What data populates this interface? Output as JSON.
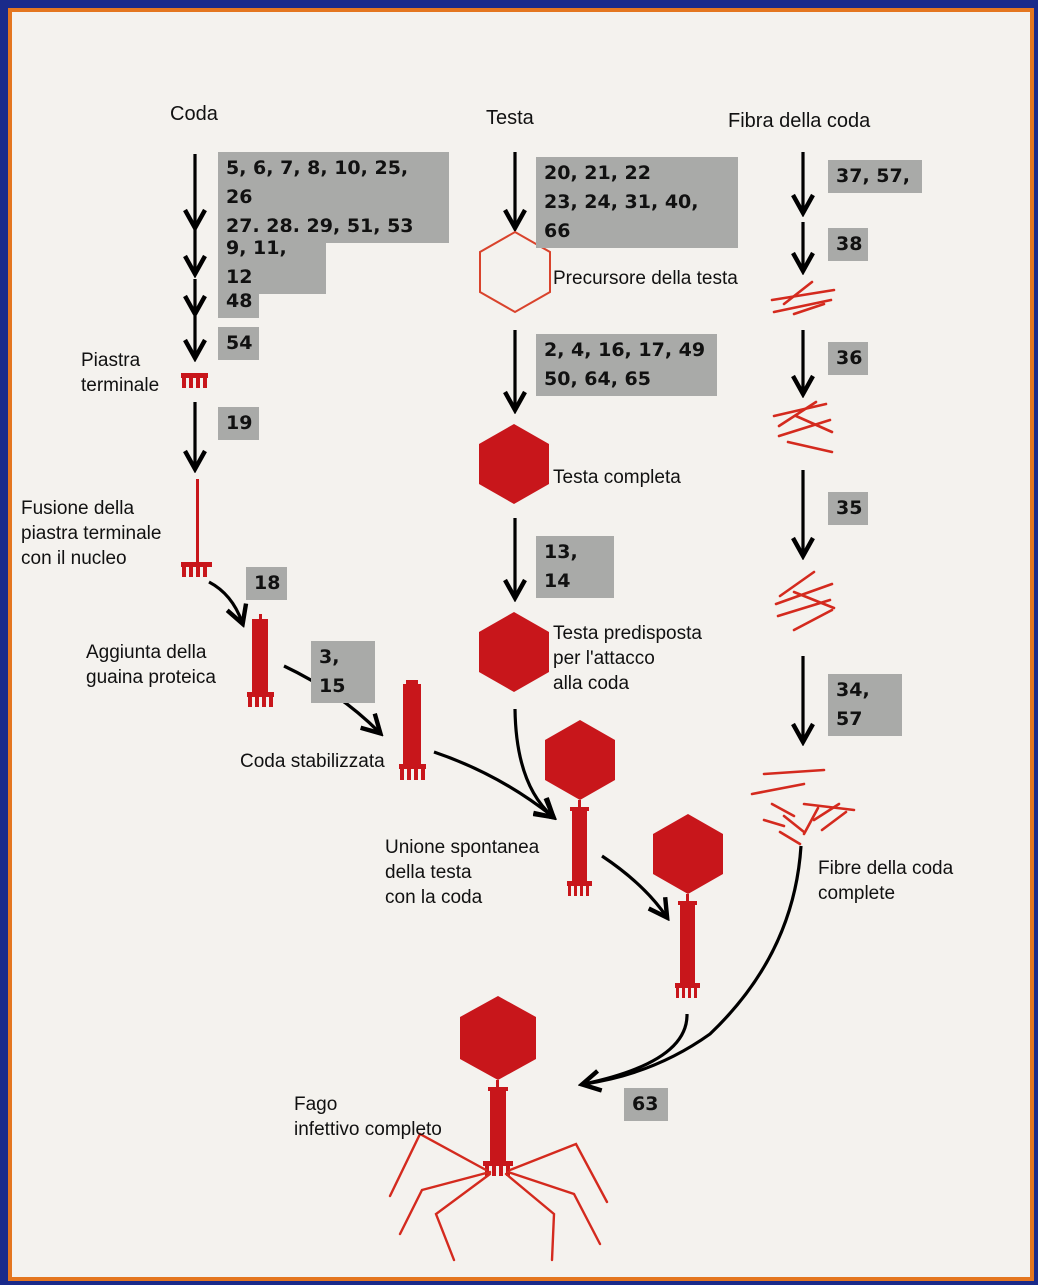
{
  "headers": {
    "coda": "Coda",
    "testa": "Testa",
    "fibra": "Fibra della coda"
  },
  "genes": {
    "tail_1": "5, 6, 7, 8, 10, 25, 26\n27, 28, 29, 51, 53",
    "tail_2": "9, 11, 12",
    "tail_3": "48",
    "tail_4": "54",
    "tail_5": "19",
    "tail_6": "18",
    "tail_7": "3, 15",
    "head_1": "20, 21, 22\n23, 24, 31, 40, 66",
    "head_2": "2, 4, 16, 17, 49\n50, 64, 65",
    "head_3": "13, 14",
    "fiber_1": "37, 57,",
    "fiber_2": "38",
    "fiber_3": "36",
    "fiber_4": "35",
    "fiber_5": "34, 57",
    "final": "63"
  },
  "labels": {
    "piastra_terminale": "Piastra\nterminale",
    "fusione": "Fusione della\npiastra terminale\ncon il nucleo",
    "aggiunta": "Aggiunta della\nguaina proteica",
    "coda_stabilizzata": "Coda stabilizzata",
    "precursore": "Precursore della testa",
    "testa_completa": "Testa completa",
    "testa_predisposta": "Testa predisposta\nper l'attacco\nalla coda",
    "unione": "Unione spontanea\ndella testa\ncon la coda",
    "fibre_complete": "Fibre della coda\ncomplete",
    "fago": "Fago\ninfettivo completo"
  },
  "colors": {
    "protein_red": "#c8161b",
    "arrow": "#000000",
    "gene_box": "#a9aaa8",
    "frame_orange": "#e4761f",
    "background_blue": "#1a2a8a"
  }
}
